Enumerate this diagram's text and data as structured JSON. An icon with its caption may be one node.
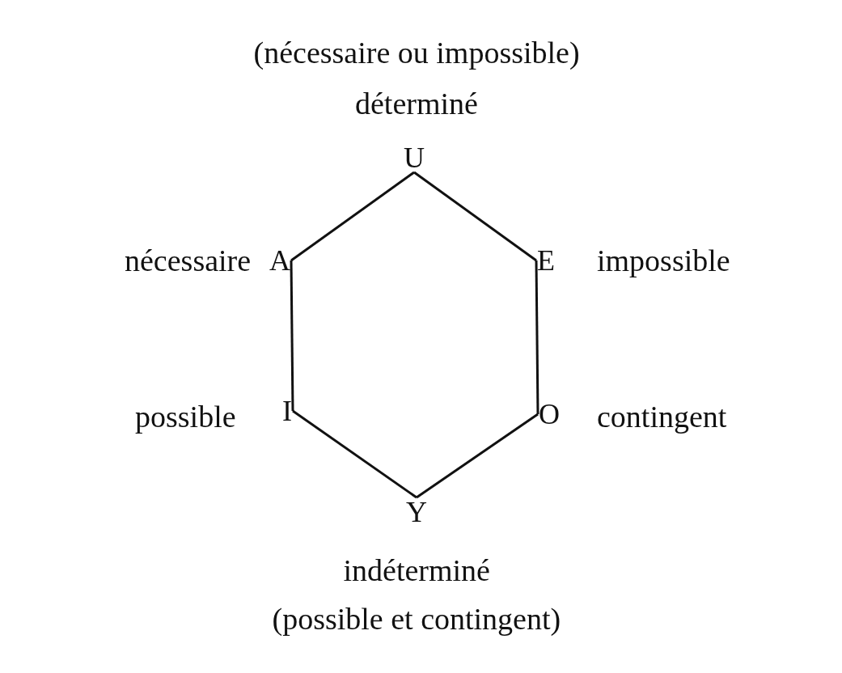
{
  "diagram": {
    "nodes": [
      {
        "text": [
          "U"
        ],
        "beside": [
          "(nécessaire ou impossible)",
          "déterminé"
        ]
      },
      {
        "text": [
          "A"
        ],
        "beside": [
          "nécessaire"
        ]
      },
      {
        "text": [
          "E"
        ],
        "beside": [
          "impossible"
        ]
      },
      {
        "text": [
          "I"
        ],
        "beside": [
          "possible"
        ]
      },
      {
        "text": [
          "O"
        ],
        "beside": [
          "contingent"
        ]
      },
      {
        "text": [
          "Y"
        ],
        "beside": [
          "indéterminé",
          "(possible et contingent)"
        ]
      }
    ],
    "edges": [
      {
        "from": 0,
        "to": 1,
        "arrow": "none"
      },
      {
        "from": 0,
        "to": 2,
        "arrow": "none"
      },
      {
        "from": 1,
        "to": 3,
        "arrow": "none"
      },
      {
        "from": 2,
        "to": 4,
        "arrow": "none"
      },
      {
        "from": 3,
        "to": 5,
        "arrow": "none"
      },
      {
        "from": 4,
        "to": 5,
        "arrow": "none"
      }
    ]
  }
}
